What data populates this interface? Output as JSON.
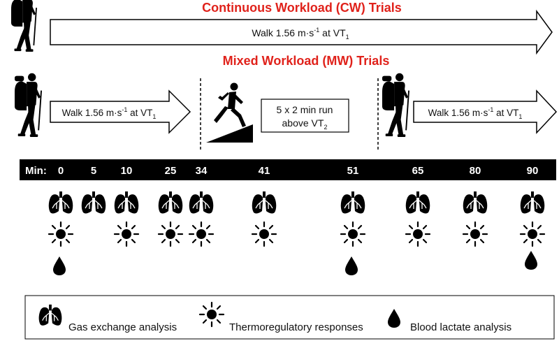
{
  "cw": {
    "title": "Continuous Workload (CW) Trials",
    "arrow_pre": "Walk 1.56 m·s",
    "arrow_exp": "-1",
    "arrow_post": " at VT",
    "arrow_sub": "1"
  },
  "mw": {
    "title": "Mixed Workload (MW) Trials",
    "walk_pre": "Walk 1.56 m·s",
    "walk_exp": "-1",
    "walk_post": " at VT",
    "walk_sub": "1",
    "run_line1": "5 x 2 min run",
    "run_line2_pre": "above VT",
    "run_line2_sub": "2"
  },
  "timeline": {
    "label": "Min:",
    "marks": [
      {
        "min": "0",
        "gas": true,
        "thermo": true,
        "lactate": true
      },
      {
        "min": "5",
        "gas": true,
        "thermo": false,
        "lactate": false
      },
      {
        "min": "10",
        "gas": true,
        "thermo": true,
        "lactate": false
      },
      {
        "min": "25",
        "gas": true,
        "thermo": true,
        "lactate": false
      },
      {
        "min": "34",
        "gas": true,
        "thermo": true,
        "lactate": false
      },
      {
        "min": "41",
        "gas": true,
        "thermo": true,
        "lactate": false
      },
      {
        "min": "51",
        "gas": true,
        "thermo": true,
        "lactate": true
      },
      {
        "min": "65",
        "gas": true,
        "thermo": true,
        "lactate": false
      },
      {
        "min": "80",
        "gas": true,
        "thermo": true,
        "lactate": false
      },
      {
        "min": "90",
        "gas": true,
        "thermo": true,
        "lactate": true
      }
    ]
  },
  "legend": {
    "gas": "Gas exchange analysis",
    "thermo": "Thermoregulatory responses",
    "lactate": "Blood lactate analysis"
  },
  "icons": {
    "hiker": "hiker-with-backpack-icon",
    "runner": "runner-uphill-icon",
    "lungs": "lungs-icon",
    "sun": "sun-icon",
    "drop": "blood-drop-icon"
  },
  "colors": {
    "title": "#e0221b",
    "timeline_bar": "#000000",
    "timeline_text": "#ffffff"
  }
}
